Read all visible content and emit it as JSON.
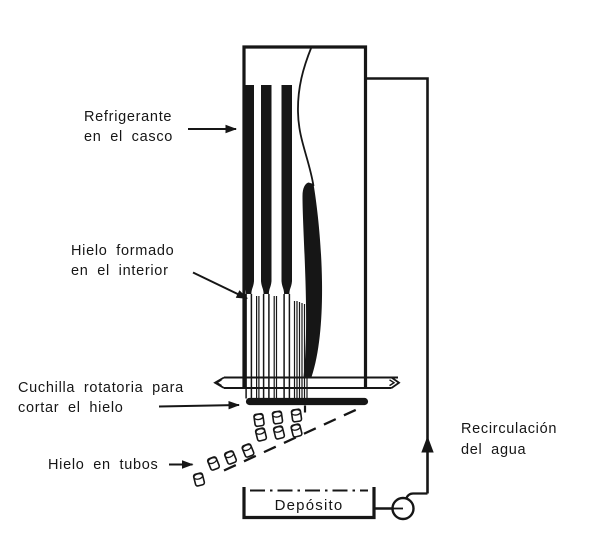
{
  "figure": {
    "background_color": "#ffffff",
    "ink_color": "#161616",
    "subject": "tube-ice machine diagram"
  },
  "labels": {
    "refrigerant": {
      "line1": "Refrigerante",
      "line2": "en el casco"
    },
    "ice_formed": {
      "line1": "Hielo formado",
      "line2": "en el interior"
    },
    "cutter": {
      "line1": "Cuchilla rotatoria para",
      "line2": "cortar el hielo"
    },
    "ice_in_tubes": {
      "text": "Hielo en tubos"
    },
    "recirculation": {
      "line1": "Recirculación",
      "line2": "del agua"
    },
    "tank": {
      "text": "Depósito"
    }
  }
}
